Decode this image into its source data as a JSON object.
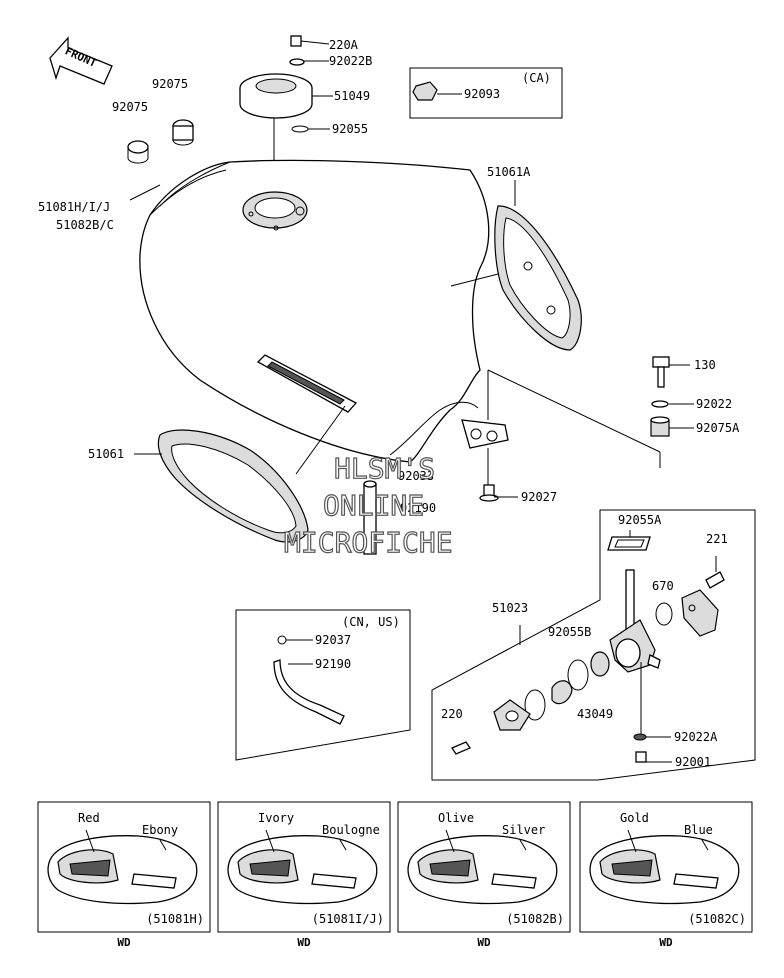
{
  "front_arrow": "FRONT",
  "labels": {
    "l220A": "220A",
    "l92022B": "92022B",
    "l51049": "51049",
    "l92055": "92055",
    "l92075a": "92075",
    "l92075b": "92075",
    "l51081": "51081H/I/J",
    "l51082": "51082B/C",
    "lCA": "(CA)",
    "l92093": "92093",
    "l51061A": "51061A",
    "l130": "130",
    "l92022": "92022",
    "l92075A": "92075A",
    "l51061": "51061",
    "l92027": "92027",
    "l92190c": "92190",
    "l92033c": "92033",
    "l92055A": "92055A",
    "l221": "221",
    "l670": "670",
    "l51023": "51023",
    "l92055B": "92055B",
    "l43049": "43049",
    "l220": "220",
    "l92022A": "92022A",
    "l92001": "92001",
    "lCNUS": "(CN, US)",
    "l92037": "92037",
    "l92190": "92190"
  },
  "watermark": [
    "HLSM'S",
    "ONLINE",
    "MICROFICHE"
  ],
  "color_panels": [
    {
      "left": "Red",
      "right": "Ebony",
      "code": "(51081H)",
      "foot": "WD"
    },
    {
      "left": "Ivory",
      "right": "Boulogne",
      "code": "(51081I/J)",
      "foot": "WD"
    },
    {
      "left": "Olive",
      "right": "Silver",
      "code": "(51082B)",
      "foot": "WD"
    },
    {
      "left": "Gold",
      "right": "Blue",
      "code": "(51082C)",
      "foot": "WD"
    }
  ]
}
